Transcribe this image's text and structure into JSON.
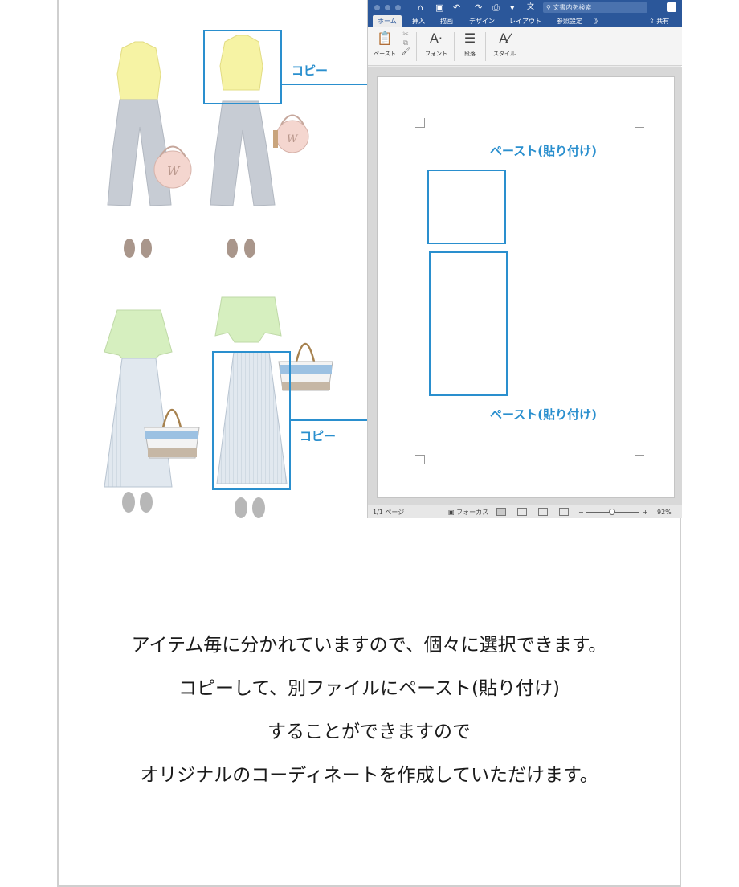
{
  "word_window": {
    "tabs": [
      "ホーム",
      "挿入",
      "描画",
      "デザイン",
      "レイアウト",
      "参照設定",
      "》"
    ],
    "search_placeholder": "文書内を検索",
    "quick_text": "文",
    "share_label": "共有",
    "ribbon": {
      "paste_label": "ペースト",
      "font_label": "フォント",
      "paragraph_label": "段落",
      "style_label": "スタイル"
    },
    "status": {
      "page_info": "1/1 ページ",
      "focus_label": "フォーカス",
      "zoom_level": "92%"
    }
  },
  "callouts": {
    "copy_top": "コピー",
    "copy_bottom": "コピー",
    "paste_top": "ペースト(貼り付け)",
    "paste_bottom": "ペースト(貼り付け)"
  },
  "caption": {
    "line1": "アイテム毎に分かれていますので、個々に選択できます。",
    "line2": "コピーして、別ファイルにペースト(貼り付け)",
    "line3": "することができますので",
    "line4": "オリジナルのコーディネートを作成していただけます。"
  },
  "colors": {
    "accent": "#2a8fce",
    "ribbon_blue": "#2b579a",
    "blouse_yellow": "#f6f3a4",
    "tshirt_green": "#d6efbf",
    "pants_gray": "#c7ccd4",
    "skirt_blue": "#dfe6ee"
  }
}
